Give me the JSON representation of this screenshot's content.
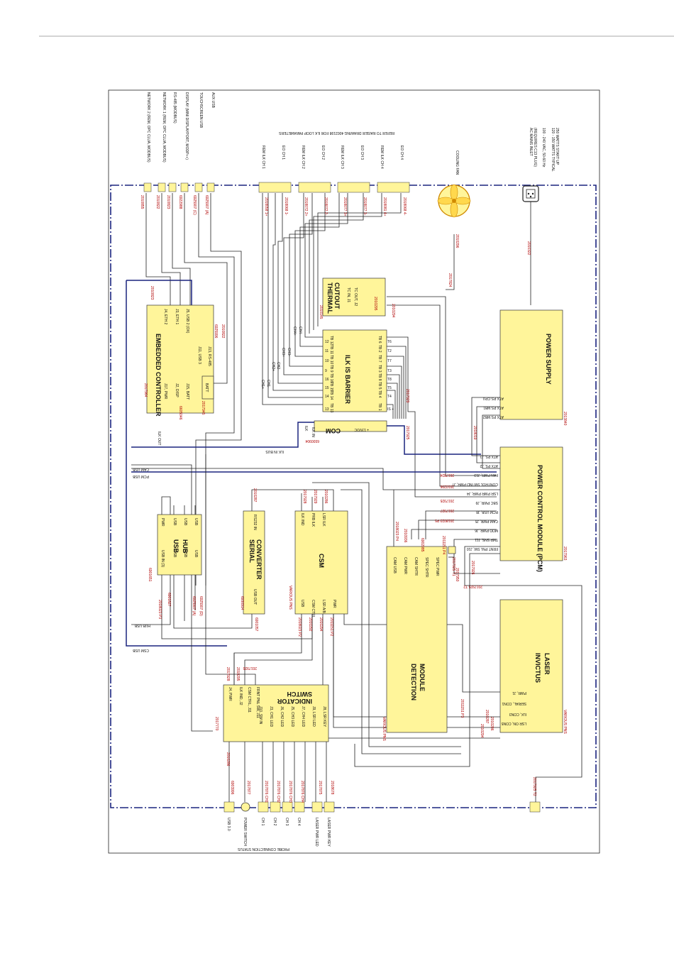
{
  "diagram": {
    "network_labels": [
      "NETWORK 2 (REM, OPC CLUA, MODBUS)",
      "NETWORK 1 (REM, OPC CLUA, MODBUS)",
      "RS-485 (MODBUS)",
      "DISPLAY (MINI DISPLAYPORT, MODP++)",
      "TOUCHSCREEN USB",
      "AUX USB"
    ],
    "network_refs": [
      "2010855",
      "2010822",
      "2010823",
      "6922988",
      "6925907 (C)",
      "6925907 (A)"
    ],
    "interlock_labels": [
      "REM ILK CH 1",
      "EO CH 1",
      "REM ILK CH 2",
      "EO CH 2",
      "REM ILK CH 3",
      "EO CH 3",
      "REM ILK CH 4",
      "EO CH 4"
    ],
    "interlock_refs": [
      "2018058 1+",
      "2018068 1-",
      "2018072 2+",
      "2018072 2-",
      "2018077 3+",
      "2018077 3-",
      "2018081 4+",
      "2018068 4-"
    ],
    "raiser_note": "REFER TO RAISER DRAWING 4002198 FOR ILK LOOP PARAMETERS",
    "cooling_fan": "COOLING FAN",
    "fan_refs": [
      "2010296",
      "2017824"
    ],
    "ac_labels": [
      "AC MAINS INLET",
      "(REQUIRES C13 PLUG)",
      "100 - 240 VAC, 50-60 Hz",
      "120 - 150 WATTS TYPICAL",
      "250 WATTS START UP"
    ],
    "ac_ref": "2010322",
    "embedded_controller": {
      "title": "EMBEDDED CONTROLLER",
      "pins_top": [
        "J4, ETH 2",
        "J3, ETH 1",
        "J5, USB 2 (OX)"
      ],
      "pins_right": [
        "J11, USB 3",
        "J13, RS-485"
      ],
      "pins_bottom": [
        "J17, PWR",
        "J2, DISP",
        "J15, BATT"
      ],
      "batt": "BATT",
      "refs": [
        "2017964",
        "2010823",
        "6925996",
        "2010822",
        "6605046",
        "2017945"
      ]
    },
    "thermal_cutout": {
      "title": "THERMAL CUTOUT",
      "pins": [
        "TC IN, J1",
        "TC OUT, J2"
      ],
      "refs": [
        "2010145",
        "2010295",
        "2010294"
      ]
    },
    "ilk_barrier": {
      "title": "ILK IS BARRIER",
      "left_pins": [
        "TB 12",
        "TB 11",
        "TB 10",
        "TB 9",
        "TB 16",
        "TB 15",
        "TB 14",
        "TB 13"
      ],
      "left_nums": [
        "12",
        "11",
        "10",
        "9",
        "16",
        "15",
        "14",
        "13"
      ],
      "right_pins": [
        "TB 6",
        "TB 2",
        "TB 7",
        "TB 3",
        "TB 8",
        "TB 5",
        "TB 4",
        "TB 1"
      ],
      "right_nums": [
        "T6",
        "T2",
        "T7",
        "T3",
        "T8",
        "T5",
        "T4",
        "IS +"
      ],
      "ch_labels": [
        "CH1+",
        "CH1-",
        "CH2+",
        "CH2-",
        "CH3+",
        "CH3-",
        "CH4+",
        "CH4-"
      ],
      "refs": [
        "2017929",
        "2017925"
      ]
    },
    "com_bar": {
      "label": "COM",
      "left": "ILK IN",
      "mid": "+ 13VDC",
      "right": "ILK",
      "ref": "6930904"
    },
    "bus_labels": {
      "ilk_out": "ILK OUT",
      "ilk_in": "ILK IN BUS",
      "cam_usb": "CAM USB",
      "pcm_usb": "PCM USB",
      "hub_usb": "HUB USB",
      "csm_usb": "CSM USB"
    },
    "power_supply": {
      "title": "POWER SUPPLY",
      "pins": [
        "ATX PS CPU",
        "ATX PS MB1",
        "ATX PS MB2"
      ],
      "ref": "2013840",
      "conn_ref": "2018019"
    },
    "pcm": {
      "title": "POWER CONTROL MODULE (PCM)",
      "pins": [
        "ATX PS, J1",
        "ATX PS, J2",
        "FAN PWR, J13",
        "CONTROL SW IND PWR, J7",
        "LSR PWR PWR, J4",
        "SBC PWR, J9",
        "PCM USB, J8",
        "CAM PWR, J5",
        "MOD PWR, J6",
        "TMP SNS, J11",
        "FRNT PNL SW, J10"
      ],
      "refs": [
        "2017824",
        "2010296",
        "2017925",
        "2017927",
        "2018023 P5",
        "2017963",
        "2017950",
        "2017926",
        "2017925 T2",
        "2017926"
      ]
    },
    "usb_hub": {
      "title": "USB HUB",
      "pins_top": [
        "PWR",
        "USB",
        "USB",
        "USB"
      ],
      "pins_bottom": [
        "USB IN (3)",
        "USB",
        "USB",
        "USB"
      ],
      "refs": [
        "6901651",
        "6901827",
        "2018023 P3",
        "6925907 (A)",
        "6925907 (D)"
      ]
    },
    "serial_converter": {
      "title": "SERIAL CONVERTER",
      "pins": [
        "RS232 IN",
        "USB OUT"
      ],
      "refs": [
        "2010287",
        "6930914",
        "6901057"
      ]
    },
    "csm": {
      "title": "CSM",
      "pins_top": [
        "ILK IND",
        "PRB ILK",
        "LSR ILK"
      ],
      "pins_bottom": [
        "USB",
        "CSM CTRL",
        "LSR A/B",
        "PWR"
      ],
      "refs": [
        "2017928",
        "2017929",
        "2010286",
        "VARIOUS PNS",
        "2018023 P2",
        "2010292",
        "2010294",
        "2011151 P2"
      ]
    },
    "detection_module": {
      "title": "DETECTION MODULE",
      "pins": [
        "CAM USB",
        "CAM PWR",
        "CAM SHTR",
        "SPEC SHTR",
        "SPEC PWR"
      ],
      "refs": [
        "2018023 P4",
        "2010936",
        "6902085",
        "2011151 P4",
        "2017925 T1",
        "VARIOUS PNS"
      ]
    },
    "switch_indicator": {
      "title": "SWITCH INDICATOR",
      "top_pins": [
        "J4, PWR",
        "ILK IND, J2",
        "CSM CTRL, J11",
        "FRNT PNL SW, J11"
      ],
      "bottom_pins": [
        "J10, SW IN",
        "J3, CH1 LED",
        "J6, CH2 LED",
        "J5, CH3 LED",
        "J7, CH4 LED",
        "J9, LSR LED",
        "J8, LSR KEY"
      ],
      "refs": [
        "2017770",
        "2017928",
        "2010295",
        "2017926",
        "2010286"
      ]
    },
    "invictus_laser": {
      "title": "INVICTUS LASER",
      "pins": [
        "PWR, J1",
        "SERIAL, CON1",
        "ILK, CON3",
        "LSR ON, CON5"
      ],
      "refs": [
        "2011151 P3",
        "2010287",
        "2010286",
        "2010294",
        "VARIOUS PNS"
      ]
    },
    "front_panel": {
      "labels": [
        "USB 3.0",
        "POWER SWITCH",
        "CH 1",
        "CH 2",
        "CH 3",
        "CH 4",
        "LASER PWR LED",
        "LASER PWR KEY"
      ],
      "refs": [
        "6903996",
        "2017877",
        "2017876 CH1",
        "2017876 CH2",
        "2017876 CH3",
        "2017876 CH4",
        "2017875",
        "2018678"
      ],
      "probe_status": "PROBE CONNECTION STATUS"
    },
    "misc_refs": [
      "2017925 T2"
    ]
  }
}
